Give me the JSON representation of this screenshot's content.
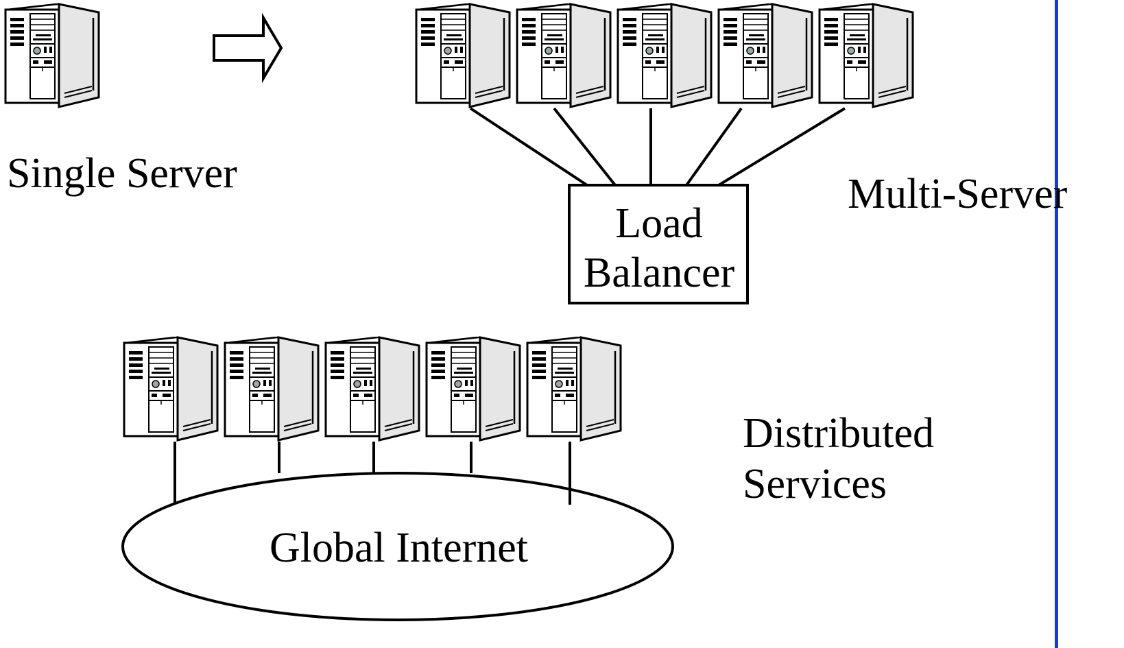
{
  "diagram": {
    "single_label": "Single Server",
    "multi_label": "Multi-Server",
    "lb_line1": "Load",
    "lb_line2": "Balancer",
    "distributed_line1": "Distributed",
    "distributed_line2": "Services",
    "internet_label": "Global Internet"
  },
  "colors": {
    "stroke": "#000000",
    "server_side": "#e6e6e6",
    "divider": "#1a3cc8"
  },
  "icons": [
    "server-icon",
    "arrow-right-icon"
  ]
}
